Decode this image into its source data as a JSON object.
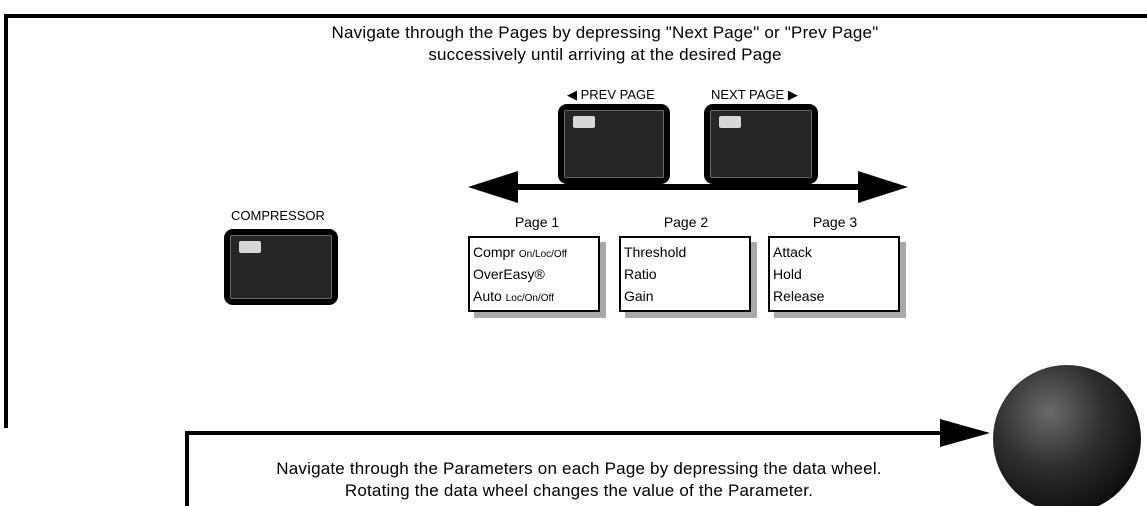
{
  "instructions": {
    "top_line1": "Navigate through the Pages by depressing \"Next Page\" or \"Prev Page\"",
    "top_line2": "successively until arriving at the desired Page",
    "bottom_line1": "Navigate through the Parameters on each Page by depressing the data wheel.",
    "bottom_line2": "Rotating the data wheel changes the value of the Parameter."
  },
  "buttons": {
    "prev_page": "◀ PREV PAGE",
    "next_page": "NEXT PAGE ▶",
    "compressor": "COMPRESSOR"
  },
  "pages": [
    {
      "title": "Page 1",
      "params": [
        {
          "name": "Compr",
          "options": "On/Loc/Off"
        },
        {
          "name": "OverEasy®",
          "options": ""
        },
        {
          "name": "Auto",
          "options": "Loc/On/Off"
        }
      ]
    },
    {
      "title": "Page 2",
      "params": [
        {
          "name": "Threshold",
          "options": ""
        },
        {
          "name": "Ratio",
          "options": ""
        },
        {
          "name": "Gain",
          "options": ""
        }
      ]
    },
    {
      "title": "Page 3",
      "params": [
        {
          "name": "Attack",
          "options": ""
        },
        {
          "name": "Hold",
          "options": ""
        },
        {
          "name": "Release",
          "options": ""
        }
      ]
    }
  ]
}
